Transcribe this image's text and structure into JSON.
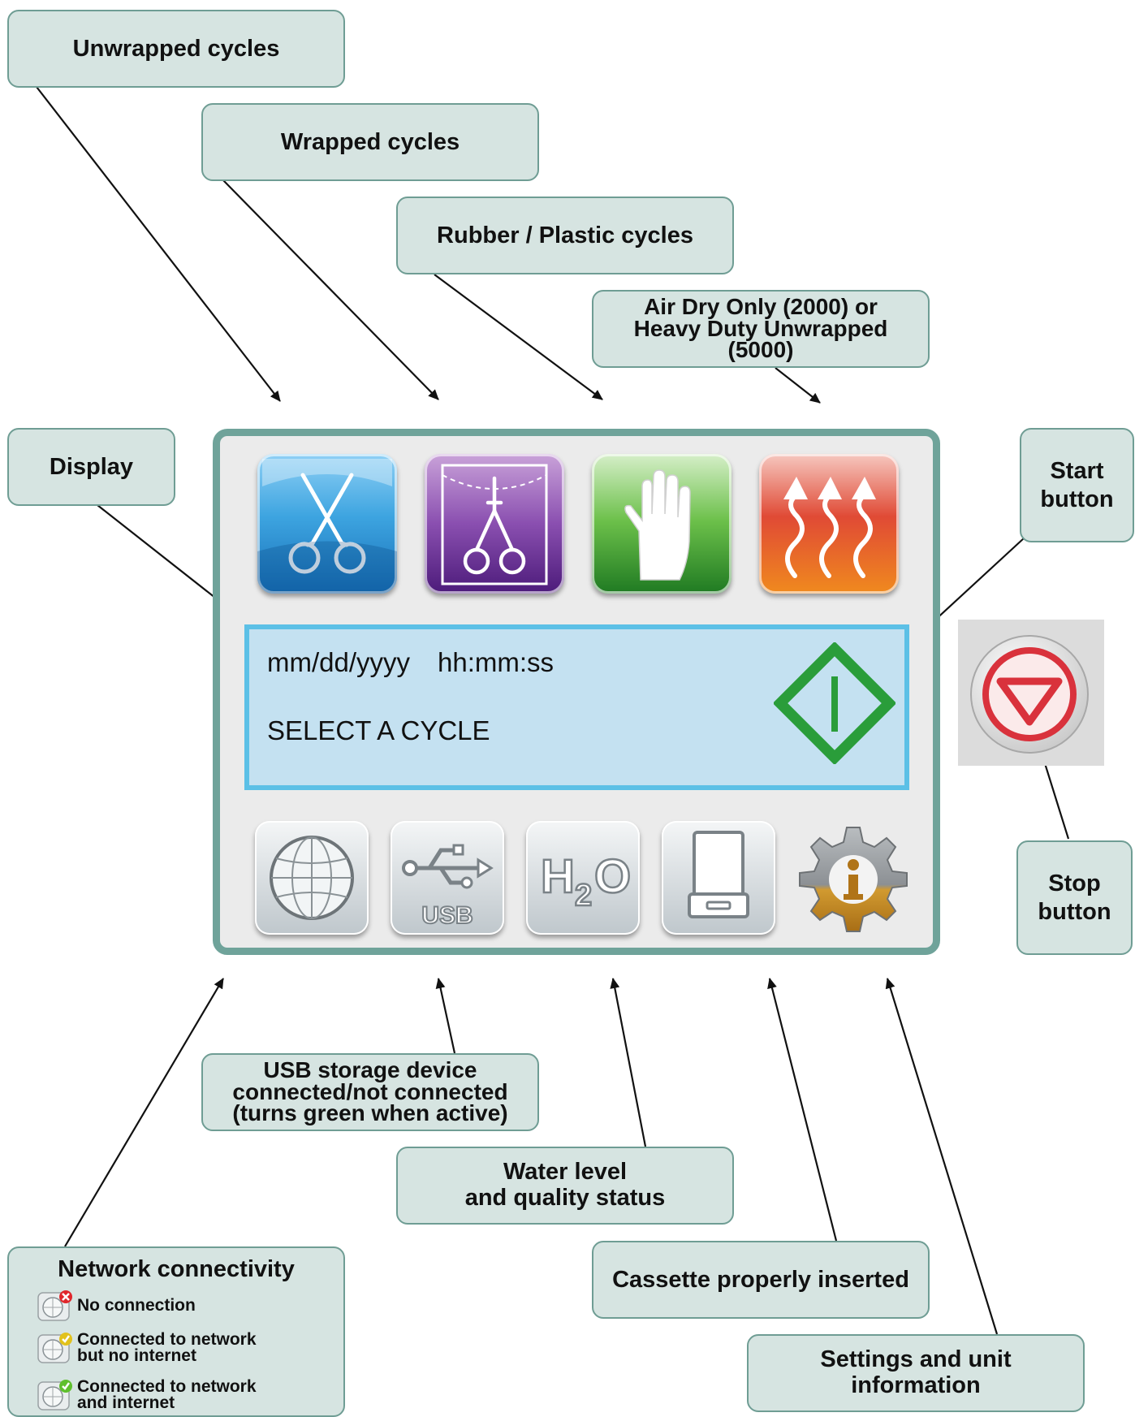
{
  "callouts": {
    "unwrapped": "Unwrapped cycles",
    "wrapped": "Wrapped cycles",
    "rubber_plastic": "Rubber / Plastic cycles",
    "air_dry": [
      "Air Dry Only (2000) or",
      "Heavy Duty Unwrapped",
      "(5000)"
    ],
    "display": "Display",
    "start": [
      "Start",
      "button"
    ],
    "stop": [
      "Stop",
      "button"
    ],
    "usb": [
      "USB storage device",
      "connected/not connected",
      "(turns green when active)"
    ],
    "water": [
      "Water level",
      "and quality status"
    ],
    "cassette": "Cassette properly inserted",
    "settings": [
      "Settings and unit",
      "information"
    ],
    "network_title": "Network connectivity",
    "network_items": [
      {
        "text": [
          "No connection"
        ],
        "badge": "error-x",
        "badge_color": "#e0262b"
      },
      {
        "text": [
          "Connected to network",
          "but no internet"
        ],
        "badge": "check",
        "badge_color": "#e2c21c"
      },
      {
        "text": [
          "Connected to network",
          "and internet"
        ],
        "badge": "check",
        "badge_color": "#5fbf2d"
      }
    ]
  },
  "display": {
    "date": "mm/dd/yyyy",
    "time": "hh:mm:ss",
    "message": "SELECT A CYCLE"
  },
  "status_icons": {
    "usb_label": "USB",
    "h2o_label": "H",
    "h2o_sub": "2",
    "h2o_o": "O"
  },
  "colors": {
    "callout_fill": "#d6e4e1",
    "callout_border": "#6f9d94",
    "panel_border": "#6fa39a",
    "display_fill": "#c4e1f1",
    "start_green": "#2a9d3a",
    "stop_red": "#d9323c"
  },
  "icons": [
    "scissors-icon",
    "wrapped-forceps-icon",
    "glove-icon",
    "heat-waves-icon",
    "globe-icon",
    "usb-icon",
    "h2o-icon",
    "cassette-icon",
    "settings-gear-icon",
    "start-icon",
    "stop-icon"
  ]
}
